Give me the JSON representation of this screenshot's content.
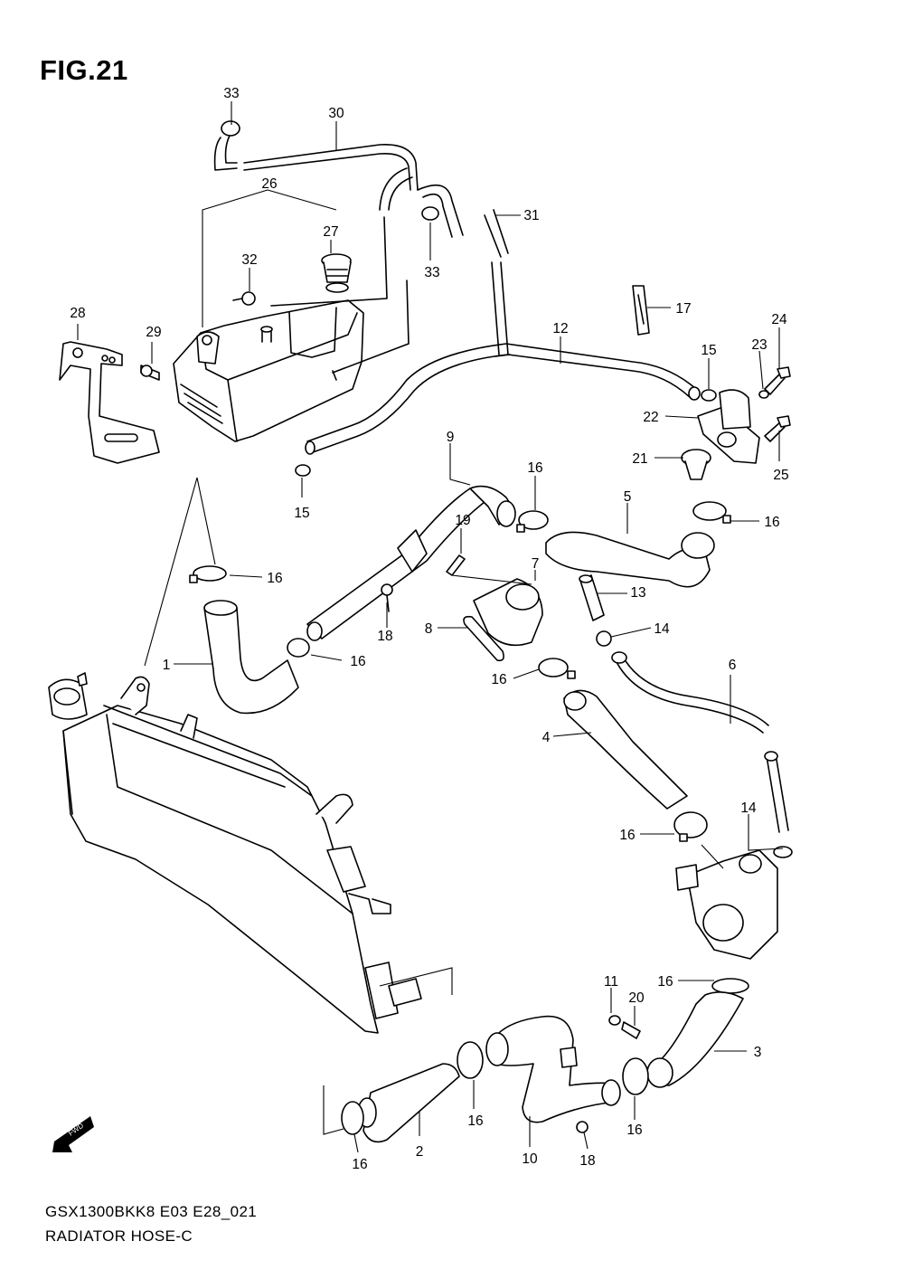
{
  "figure": {
    "title": "FIG.21",
    "model_code": "GSX1300BKK8 E03 E28_021",
    "section_name": "RADIATOR HOSE-C"
  },
  "fwd_badge": "FWD",
  "callouts": [
    {
      "id": "c33a",
      "label": "33"
    },
    {
      "id": "c30",
      "label": "30"
    },
    {
      "id": "c26",
      "label": "26"
    },
    {
      "id": "c27",
      "label": "27"
    },
    {
      "id": "c31",
      "label": "31"
    },
    {
      "id": "c32",
      "label": "32"
    },
    {
      "id": "c33b",
      "label": "33"
    },
    {
      "id": "c17",
      "label": "17"
    },
    {
      "id": "c28",
      "label": "28"
    },
    {
      "id": "c29",
      "label": "29"
    },
    {
      "id": "c12",
      "label": "12"
    },
    {
      "id": "c24",
      "label": "24"
    },
    {
      "id": "c15a",
      "label": "15"
    },
    {
      "id": "c23",
      "label": "23"
    },
    {
      "id": "c22",
      "label": "22"
    },
    {
      "id": "c25",
      "label": "25"
    },
    {
      "id": "c21",
      "label": "21"
    },
    {
      "id": "c9",
      "label": "9"
    },
    {
      "id": "c16a",
      "label": "16"
    },
    {
      "id": "c5",
      "label": "5"
    },
    {
      "id": "c15b",
      "label": "15"
    },
    {
      "id": "c16b",
      "label": "16"
    },
    {
      "id": "c19",
      "label": "19"
    },
    {
      "id": "c7",
      "label": "7"
    },
    {
      "id": "c16c",
      "label": "16"
    },
    {
      "id": "c13",
      "label": "13"
    },
    {
      "id": "c14a",
      "label": "14"
    },
    {
      "id": "c8",
      "label": "8"
    },
    {
      "id": "c18a",
      "label": "18"
    },
    {
      "id": "c1",
      "label": "1"
    },
    {
      "id": "c16d",
      "label": "16"
    },
    {
      "id": "c6",
      "label": "6"
    },
    {
      "id": "c16e",
      "label": "16"
    },
    {
      "id": "c4",
      "label": "4"
    },
    {
      "id": "c14b",
      "label": "14"
    },
    {
      "id": "c16f",
      "label": "16"
    },
    {
      "id": "c11",
      "label": "11"
    },
    {
      "id": "c20",
      "label": "20"
    },
    {
      "id": "c16g",
      "label": "16"
    },
    {
      "id": "c3",
      "label": "3"
    },
    {
      "id": "c16h",
      "label": "16"
    },
    {
      "id": "c16i",
      "label": "16"
    },
    {
      "id": "c2",
      "label": "2"
    },
    {
      "id": "c10",
      "label": "10"
    },
    {
      "id": "c16j",
      "label": "16"
    },
    {
      "id": "c18b",
      "label": "18"
    }
  ]
}
